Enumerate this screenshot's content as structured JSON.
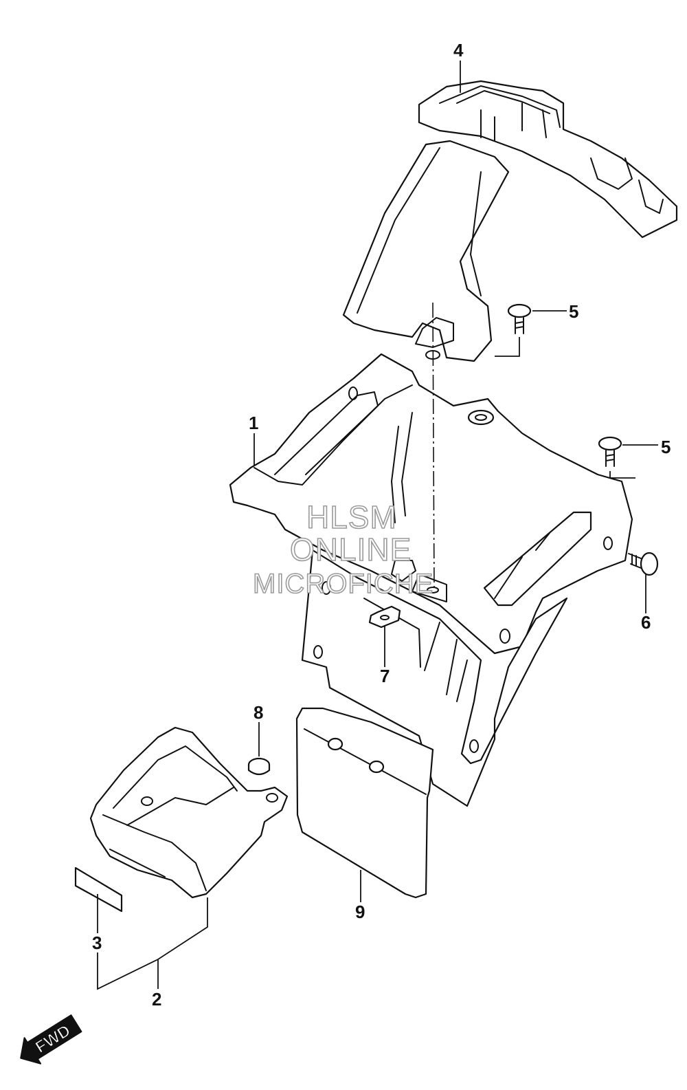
{
  "callouts": [
    "1",
    "2",
    "3",
    "4",
    "5",
    "5",
    "6",
    "7",
    "8",
    "9"
  ],
  "watermark": {
    "line1": "HLSM",
    "line2": "ONLINE",
    "line3": "MICROFICHE"
  },
  "direction_label": "FWD"
}
